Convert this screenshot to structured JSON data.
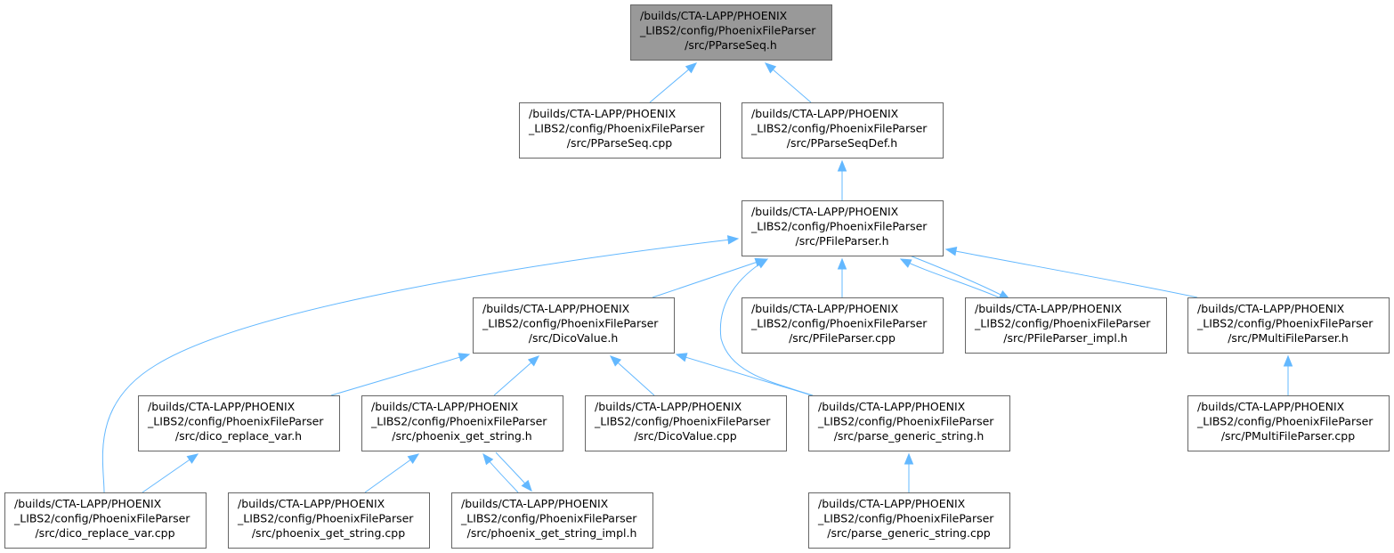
{
  "nodes": [
    {
      "id": "pparseseq_h",
      "lines": [
        "/builds/CTA-LAPP/PHOENIX",
        "_LIBS2/config/PhoenixFileParser",
        "/src/PParseSeq.h"
      ],
      "highlight": true
    },
    {
      "id": "pparseseq_cpp",
      "lines": [
        "/builds/CTA-LAPP/PHOENIX",
        "_LIBS2/config/PhoenixFileParser",
        "/src/PParseSeq.cpp"
      ]
    },
    {
      "id": "pparseseqdef_h",
      "lines": [
        "/builds/CTA-LAPP/PHOENIX",
        "_LIBS2/config/PhoenixFileParser",
        "/src/PParseSeqDef.h"
      ]
    },
    {
      "id": "pfileparser_h",
      "lines": [
        "/builds/CTA-LAPP/PHOENIX",
        "_LIBS2/config/PhoenixFileParser",
        "/src/PFileParser.h"
      ]
    },
    {
      "id": "dicovalue_h",
      "lines": [
        "/builds/CTA-LAPP/PHOENIX",
        "_LIBS2/config/PhoenixFileParser",
        "/src/DicoValue.h"
      ]
    },
    {
      "id": "pfileparser_cpp",
      "lines": [
        "/builds/CTA-LAPP/PHOENIX",
        "_LIBS2/config/PhoenixFileParser",
        "/src/PFileParser.cpp"
      ]
    },
    {
      "id": "pfileparser_impl_h",
      "lines": [
        "/builds/CTA-LAPP/PHOENIX",
        "_LIBS2/config/PhoenixFileParser",
        "/src/PFileParser_impl.h"
      ]
    },
    {
      "id": "pmultifileparser_h",
      "lines": [
        "/builds/CTA-LAPP/PHOENIX",
        "_LIBS2/config/PhoenixFileParser",
        "/src/PMultiFileParser.h"
      ]
    },
    {
      "id": "dico_replace_var_h",
      "lines": [
        "/builds/CTA-LAPP/PHOENIX",
        "_LIBS2/config/PhoenixFileParser",
        "/src/dico_replace_var.h"
      ]
    },
    {
      "id": "phoenix_get_string_h",
      "lines": [
        "/builds/CTA-LAPP/PHOENIX",
        "_LIBS2/config/PhoenixFileParser",
        "/src/phoenix_get_string.h"
      ]
    },
    {
      "id": "dicovalue_cpp",
      "lines": [
        "/builds/CTA-LAPP/PHOENIX",
        "_LIBS2/config/PhoenixFileParser",
        "/src/DicoValue.cpp"
      ]
    },
    {
      "id": "parse_generic_string_h",
      "lines": [
        "/builds/CTA-LAPP/PHOENIX",
        "_LIBS2/config/PhoenixFileParser",
        "/src/parse_generic_string.h"
      ]
    },
    {
      "id": "pmultifileparser_cpp",
      "lines": [
        "/builds/CTA-LAPP/PHOENIX",
        "_LIBS2/config/PhoenixFileParser",
        "/src/PMultiFileParser.cpp"
      ]
    },
    {
      "id": "dico_replace_var_cpp",
      "lines": [
        "/builds/CTA-LAPP/PHOENIX",
        "_LIBS2/config/PhoenixFileParser",
        "/src/dico_replace_var.cpp"
      ]
    },
    {
      "id": "phoenix_get_string_cpp",
      "lines": [
        "/builds/CTA-LAPP/PHOENIX",
        "_LIBS2/config/PhoenixFileParser",
        "/src/phoenix_get_string.cpp"
      ]
    },
    {
      "id": "phoenix_get_string_impl_h",
      "lines": [
        "/builds/CTA-LAPP/PHOENIX",
        "_LIBS2/config/PhoenixFileParser",
        "/src/phoenix_get_string_impl.h"
      ]
    },
    {
      "id": "parse_generic_string_cpp",
      "lines": [
        "/builds/CTA-LAPP/PHOENIX",
        "_LIBS2/config/PhoenixFileParser",
        "/src/parse_generic_string.cpp"
      ]
    }
  ],
  "edges": [
    {
      "from": "pparseseq_cpp",
      "to": "pparseseq_h"
    },
    {
      "from": "pparseseqdef_h",
      "to": "pparseseq_h"
    },
    {
      "from": "pfileparser_h",
      "to": "pparseseqdef_h"
    },
    {
      "from": "dicovalue_h",
      "to": "pfileparser_h"
    },
    {
      "from": "pfileparser_cpp",
      "to": "pfileparser_h"
    },
    {
      "from": "pfileparser_impl_h",
      "to": "pfileparser_h"
    },
    {
      "from": "pfileparser_h",
      "to": "pfileparser_impl_h"
    },
    {
      "from": "pmultifileparser_h",
      "to": "pfileparser_h"
    },
    {
      "from": "dico_replace_var_cpp",
      "to": "pfileparser_h"
    },
    {
      "from": "parse_generic_string_h",
      "to": "pfileparser_h"
    },
    {
      "from": "dico_replace_var_h",
      "to": "dicovalue_h"
    },
    {
      "from": "phoenix_get_string_h",
      "to": "dicovalue_h"
    },
    {
      "from": "dicovalue_cpp",
      "to": "dicovalue_h"
    },
    {
      "from": "parse_generic_string_h",
      "to": "dicovalue_h"
    },
    {
      "from": "pmultifileparser_cpp",
      "to": "pmultifileparser_h"
    },
    {
      "from": "dico_replace_var_cpp",
      "to": "dico_replace_var_h"
    },
    {
      "from": "phoenix_get_string_cpp",
      "to": "phoenix_get_string_h"
    },
    {
      "from": "phoenix_get_string_impl_h",
      "to": "phoenix_get_string_h"
    },
    {
      "from": "phoenix_get_string_h",
      "to": "phoenix_get_string_impl_h"
    },
    {
      "from": "parse_generic_string_cpp",
      "to": "parse_generic_string_h"
    }
  ],
  "colors": {
    "edge": "#63b8ff",
    "node_border": "#666666",
    "node_fill": "#ffffff",
    "highlight_fill": "#999999"
  }
}
